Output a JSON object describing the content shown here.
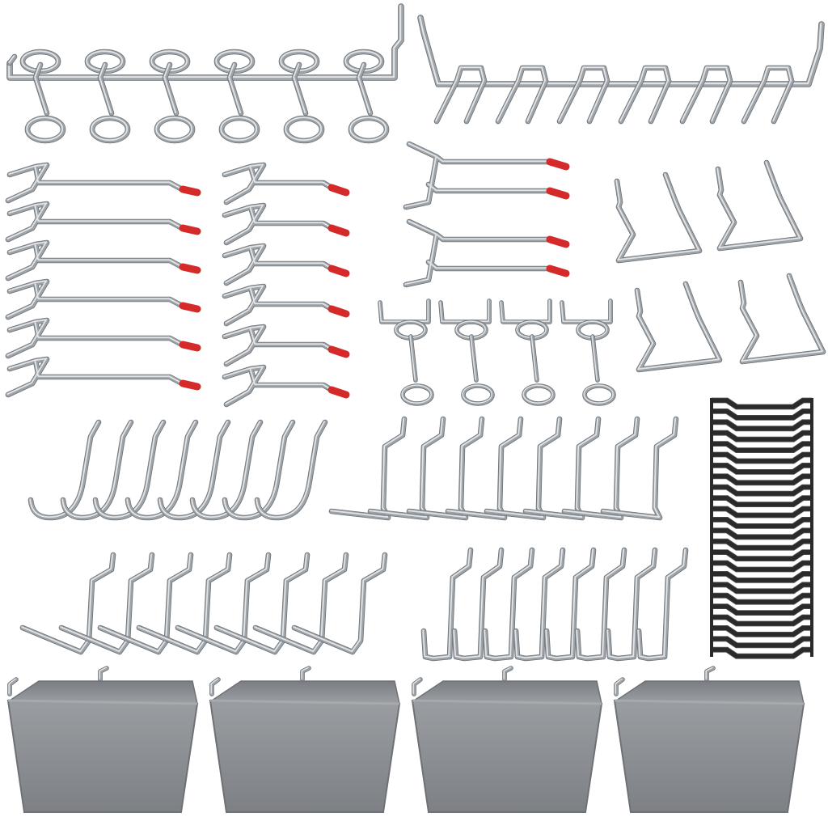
{
  "colors": {
    "background": "#ffffff",
    "steel": "#9ea3a8",
    "steel_light": "#e2e5e8",
    "steel_dark": "#6b7075",
    "cap_red": "#d42a2a",
    "bin_gray": "#8f9296",
    "bin_gray_light": "#a6a9ad",
    "bin_gray_dark": "#6e7175",
    "lock_black": "#2a2a2a"
  },
  "products": {
    "ring_rack": {
      "icon": "ring-hook-rack-icon",
      "ring_count": 6
    },
    "u_rack": {
      "icon": "u-hook-rack-icon",
      "hook_count": 6
    },
    "straight_hooks_long": {
      "icon": "straight-hook-long-icon",
      "count": 6
    },
    "straight_hooks_short": {
      "icon": "straight-hook-short-icon",
      "count": 6
    },
    "double_prong_hooks": {
      "icon": "double-prong-hook-icon",
      "count": 2
    },
    "angled_holders": {
      "icon": "angled-holder-icon",
      "count": 4
    },
    "ring_holders": {
      "icon": "ring-holder-icon",
      "count": 4
    },
    "j_hooks_curved": {
      "icon": "curved-j-hook-icon",
      "count": 8
    },
    "l_hooks_large": {
      "icon": "l-hook-large-icon",
      "count": 8
    },
    "l_hooks_medium": {
      "icon": "l-hook-medium-icon",
      "count": 8
    },
    "j_hooks_u": {
      "icon": "u-j-hook-icon",
      "count": 8
    },
    "locking_clips": {
      "icon": "locking-clip-strip-icon",
      "count": 24
    },
    "bins": {
      "icon": "storage-bin-icon",
      "count": 4
    }
  }
}
